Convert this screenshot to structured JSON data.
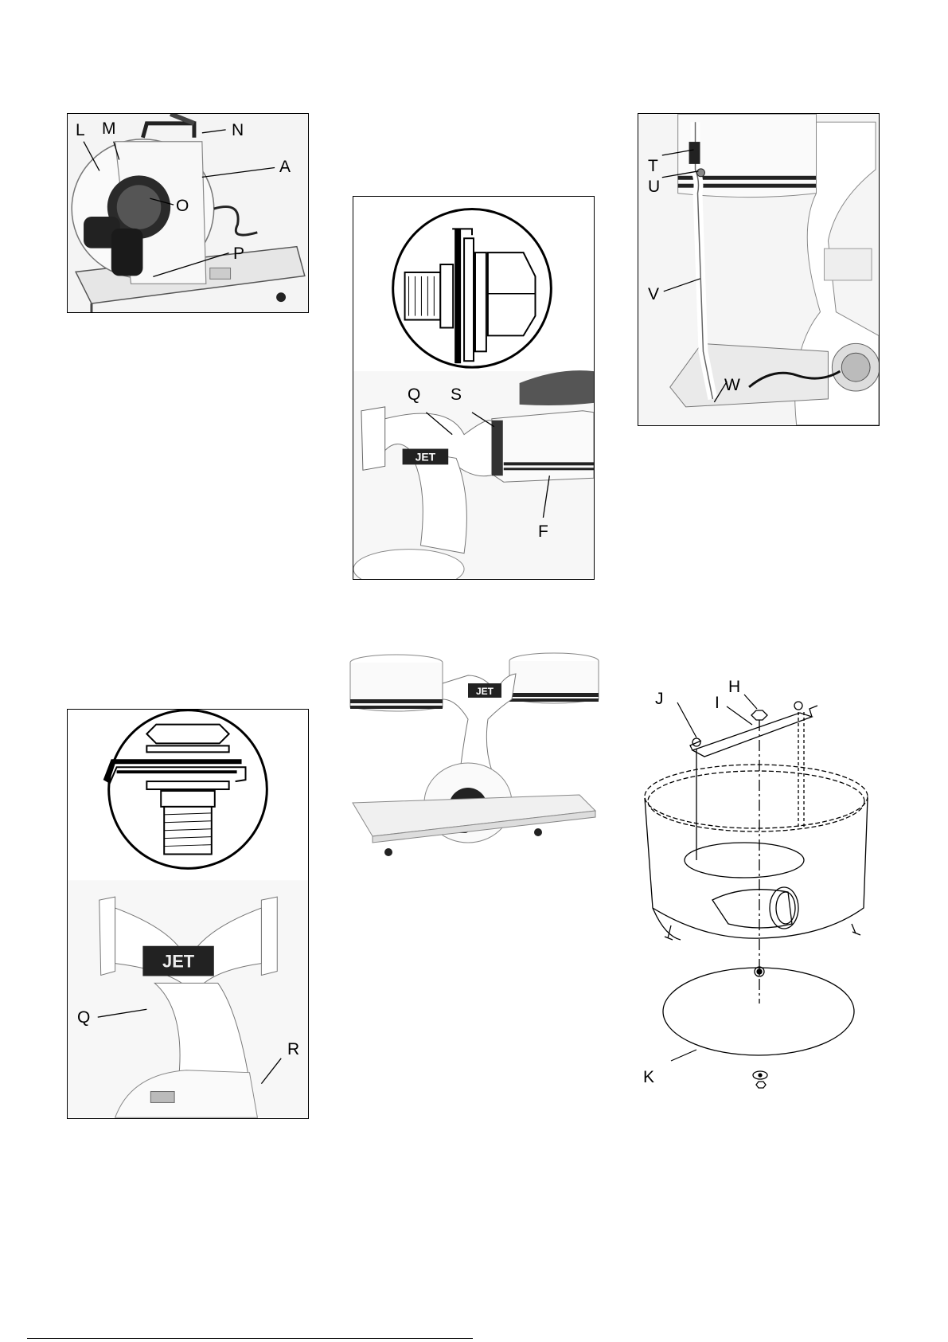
{
  "figures": {
    "fig1": {
      "callouts": [
        "L",
        "M",
        "N",
        "A",
        "O",
        "P"
      ]
    },
    "fig2": {
      "callouts": [
        "Q",
        "S",
        "F"
      ],
      "brand": "JET"
    },
    "fig3": {
      "callouts": [
        "T",
        "U",
        "V",
        "W"
      ]
    },
    "fig4": {
      "callouts": [
        "Q",
        "R"
      ],
      "brand": "JET"
    },
    "fig5": {
      "brand": "JET"
    },
    "fig6": {
      "callouts": [
        "H",
        "I",
        "J",
        "K"
      ]
    }
  }
}
